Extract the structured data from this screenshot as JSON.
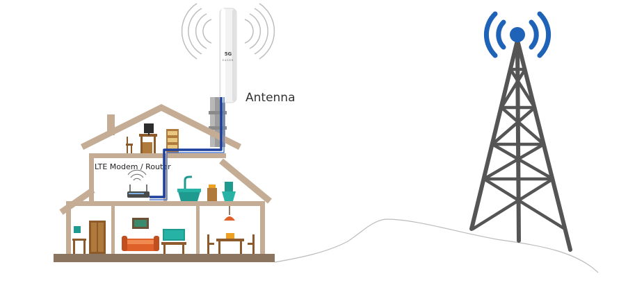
{
  "labels": {
    "antenna": "Antenna",
    "modem_router": "LTE Modem  /  Router",
    "antenna_badge": "5G",
    "antenna_brand": "EASER"
  },
  "colors": {
    "house_frame": "#c4ad94",
    "tower": "#555555",
    "tower_beacon": "#1f63b8",
    "signal_blue": "#1f63b8",
    "cable": "#1c3f9c",
    "antenna_waves": "#bdbdbd",
    "ground_line": "#bbbbbb"
  }
}
